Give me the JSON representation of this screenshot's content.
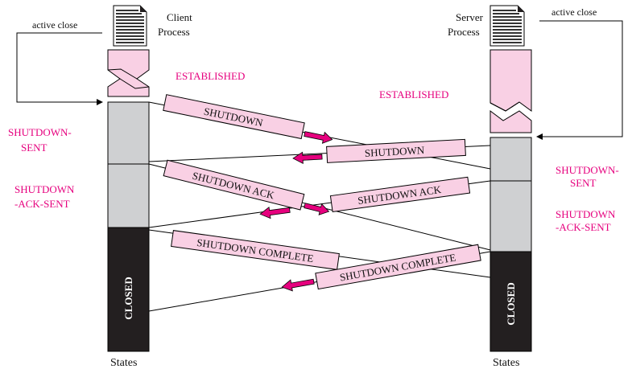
{
  "client": {
    "process_label_line1": "Client",
    "process_label_line2": "Process",
    "active_close": "active close",
    "states_label": "States"
  },
  "server": {
    "process_label_line1": "Server",
    "process_label_line2": "Process",
    "active_close": "active close",
    "states_label": "States"
  },
  "states": {
    "client_established": "ESTABLISHED",
    "server_established": "ESTABLISHED",
    "client_shutdown_sent_line1": "SHUTDOWN-",
    "client_shutdown_sent_line2": "SENT",
    "client_shutdown_ack_sent_line1": "SHUTDOWN",
    "client_shutdown_ack_sent_line2": "-ACK-SENT",
    "server_shutdown_sent_line1": "SHUTDOWN-",
    "server_shutdown_sent_line2": "SENT",
    "server_shutdown_ack_sent_line1": "SHUTDOWN",
    "server_shutdown_ack_sent_line2": "-ACK-SENT",
    "client_closed": "CLOSED",
    "server_closed": "CLOSED"
  },
  "messages": {
    "shutdown_client": "SHUTDOWN",
    "shutdown_server": "SHUTDOWN",
    "shutdown_ack_client": "SHUTDOWN ACK",
    "shutdown_ack_server": "SHUTDOWN ACK",
    "shutdown_complete_client": "SHUTDOWN COMPLETE",
    "shutdown_complete_server": "SHUTDOWN COMPLETE"
  },
  "colors": {
    "pink_fill": "#f9d0e4",
    "magenta": "#e6007e",
    "gray_fill": "#cfd0d2",
    "black_fill": "#231f20"
  }
}
